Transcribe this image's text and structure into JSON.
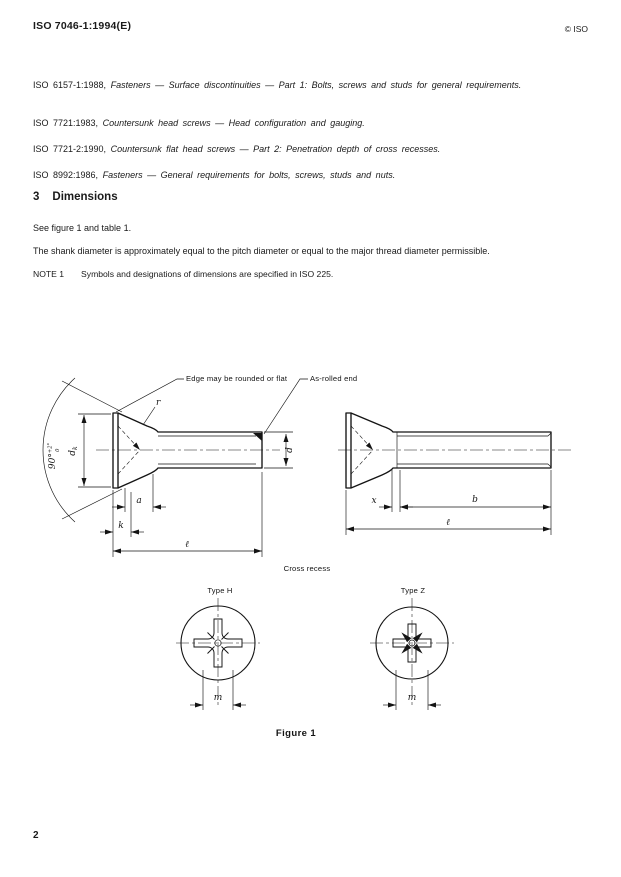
{
  "header": {
    "left": "ISO 7046-1:1994(E)",
    "right": "© ISO"
  },
  "references": [
    {
      "code": "ISO 6157-1:1988,",
      "title": "Fasteners — Surface discontinuities — Part 1: Bolts, screws and studs for general requirements."
    },
    {
      "code": "ISO 7721:1983,",
      "title": "Countersunk head screws — Head configuration and gauging."
    },
    {
      "code": "ISO 7721-2:1990,",
      "title": "Countersunk flat head screws — Part 2: Penetration depth of cross recesses."
    },
    {
      "code": "ISO 8992:1986,",
      "title": "Fasteners — General requirements for bolts, screws, studs and nuts."
    }
  ],
  "section": {
    "number": "3",
    "title": "Dimensions"
  },
  "body": {
    "see": "See figure 1 and table 1.",
    "shank": "The shank diameter is approximately equal to the pitch diameter or equal to the major thread diameter permissible.",
    "note_label": "NOTE 1",
    "note_text": "Symbols and designations of dimensions are specified in ISO 225."
  },
  "figure": {
    "caption": "Figure 1",
    "callouts": {
      "edge": "Edge may be rounded or flat",
      "as_rolled": "As-rolled end",
      "cross_recess": "Cross recess"
    },
    "recess_types": {
      "h": "Type H",
      "z": "Type Z"
    },
    "dims": {
      "angle": "90°",
      "angle_tol_upper": "+2°",
      "angle_tol_lower": "0",
      "head_dia_main": "d",
      "head_dia_sub": "k",
      "fillet": "r",
      "a": "a",
      "k": "k",
      "length": "ℓ",
      "shank_dia": "d",
      "x": "x",
      "b": "b",
      "m": "m"
    }
  },
  "page_number": "2",
  "colors": {
    "ink": "#141414",
    "paper": "#ffffff"
  }
}
